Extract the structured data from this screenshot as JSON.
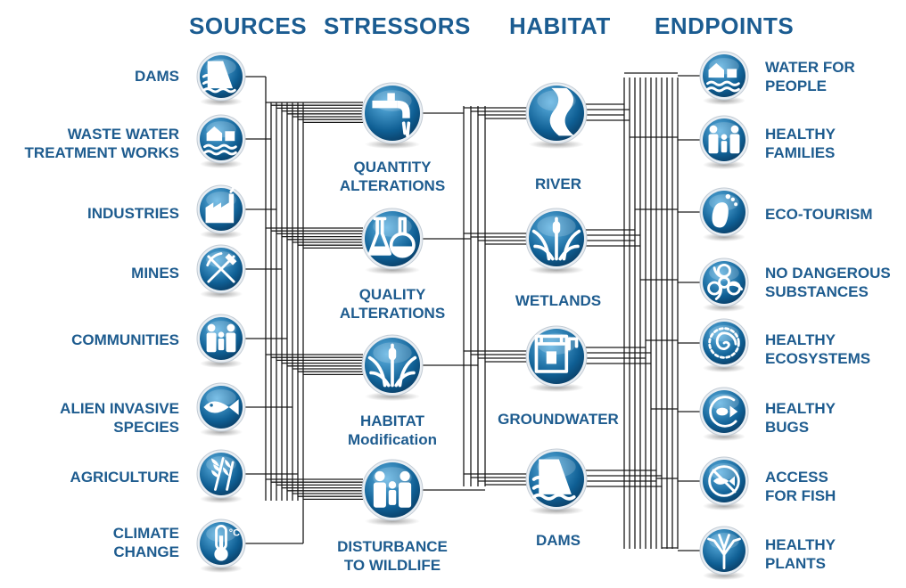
{
  "headers": {
    "sources": "SOURCES",
    "stressors": "STRESSORS",
    "habitat": "HABITAT",
    "endpoints": "ENDPOINTS"
  },
  "sources": [
    {
      "label": "DAMS",
      "icon": "dam-icon"
    },
    {
      "label": "WASTE WATER\nTREATMENT WORKS",
      "icon": "treatment-works-icon"
    },
    {
      "label": "INDUSTRIES",
      "icon": "factory-icon"
    },
    {
      "label": "MINES",
      "icon": "pick-shovel-icon"
    },
    {
      "label": "COMMUNITIES",
      "icon": "people-icon"
    },
    {
      "label": "ALIEN INVASIVE\nSPECIES",
      "icon": "fish-icon"
    },
    {
      "label": "AGRICULTURE",
      "icon": "wheat-icon"
    },
    {
      "label": "CLIMATE\nCHANGE",
      "icon": "thermometer-icon"
    }
  ],
  "stressors": [
    {
      "label": "QUANTITY\nALTERATIONS",
      "icon": "tap-icon"
    },
    {
      "label": "QUALITY\nALTERATIONS",
      "icon": "flasks-icon"
    },
    {
      "label": "HABITAT\nModification",
      "icon": "reeds-icon"
    },
    {
      "label": "DISTURBANCE\nTO WILDLIFE",
      "icon": "people-icon"
    }
  ],
  "habitats": [
    {
      "label": "RIVER",
      "icon": "river-icon"
    },
    {
      "label": "WETLANDS",
      "icon": "reeds-icon"
    },
    {
      "label": "GROUNDWATER",
      "icon": "well-icon"
    },
    {
      "label": "DAMS",
      "icon": "dam-icon"
    }
  ],
  "endpoints": [
    {
      "label": "WATER FOR\nPEOPLE",
      "icon": "house-water-icon"
    },
    {
      "label": "HEALTHY\nFAMILIES",
      "icon": "family-icon"
    },
    {
      "label": "ECO-TOURISM",
      "icon": "footprint-icon"
    },
    {
      "label": "NO DANGEROUS\nSUBSTANCES",
      "icon": "biohazard-icon"
    },
    {
      "label": "HEALTHY\nECOSYSTEMS",
      "icon": "spiral-icon"
    },
    {
      "label": "HEALTHY\nBUGS",
      "icon": "bug-icon"
    },
    {
      "label": "ACCESS\nFOR FISH",
      "icon": "no-fish-icon"
    },
    {
      "label": "HEALTHY\nPLANTS",
      "icon": "tree-icon"
    }
  ],
  "colors": {
    "heading": "#1b5c91",
    "label": "#1e5c8f",
    "circle_dark": "#0f5f94",
    "circle_light": "#5fb3e3",
    "wire": "#1a1a1a"
  }
}
